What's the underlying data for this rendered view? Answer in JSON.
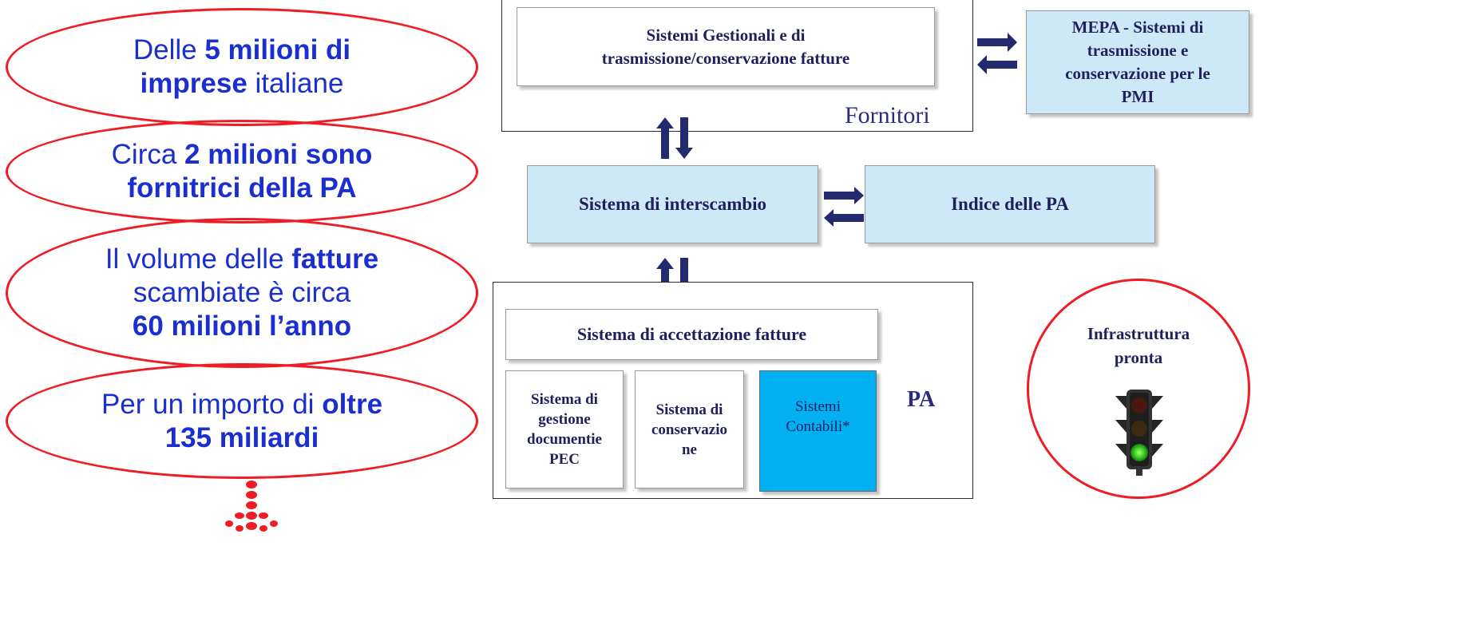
{
  "left_stats": [
    {
      "parts": [
        {
          "t": "Delle ",
          "b": false
        },
        {
          "t": "5 milioni di",
          "b": true
        },
        {
          "br": true
        },
        {
          "t": "imprese",
          "b": true
        },
        {
          "t": " italiane",
          "b": false
        }
      ]
    },
    {
      "parts": [
        {
          "t": "Circa ",
          "b": false
        },
        {
          "t": "2 milioni sono",
          "b": true
        },
        {
          "br": true
        },
        {
          "t": "fornitrici della PA",
          "b": true
        }
      ]
    },
    {
      "parts": [
        {
          "t": "Il volume delle ",
          "b": false
        },
        {
          "t": "fatture",
          "b": true
        },
        {
          "br": true
        },
        {
          "t": "scambiate è circa",
          "b": false
        },
        {
          "br": true
        },
        {
          "t": "60 milioni l’anno",
          "b": true
        }
      ]
    },
    {
      "parts": [
        {
          "t": "Per un importo di ",
          "b": false
        },
        {
          "t": "oltre",
          "b": true
        },
        {
          "br": true
        },
        {
          "t": "135 miliardi",
          "b": true
        }
      ]
    }
  ],
  "diagram": {
    "fornitori_box": {
      "line1": "Sistemi Gestionali e di",
      "line2": "trasmissione/conservazione fatture"
    },
    "fornitori_label": "Fornitori",
    "mepa_box": {
      "line1": "MEPA - Sistemi di",
      "line2": "trasmissione e",
      "line3": "conservazione per le",
      "line4": "PMI"
    },
    "sdi_box": "Sistema di interscambio",
    "ipa_box": "Indice delle PA",
    "accettazione_box": "Sistema di accettazione fatture",
    "pa_label": "PA",
    "sub_boxes": [
      {
        "lines": [
          "Sistema di",
          "gestione",
          "documentie",
          "PEC"
        ]
      },
      {
        "lines": [
          "Sistema di",
          "conservazio",
          "ne"
        ]
      },
      {
        "lines": [
          "Sistemi",
          "Contabili*"
        ]
      }
    ],
    "infrastruttura": {
      "line1": "Infrastruttura",
      "line2": "pronta"
    }
  },
  "colors": {
    "ellipse_border": "#ee1c25",
    "ellipse_text": "#1b2fd0",
    "box_text": "#1f1f5e",
    "light_blue": "#cde9f7",
    "cyan": "#00b0f0",
    "arrow": "#232a6e"
  },
  "icons": [
    "double-arrow-vertical-icon",
    "double-arrow-horizontal-icon",
    "traffic-light-icon",
    "dots-logo-icon"
  ]
}
